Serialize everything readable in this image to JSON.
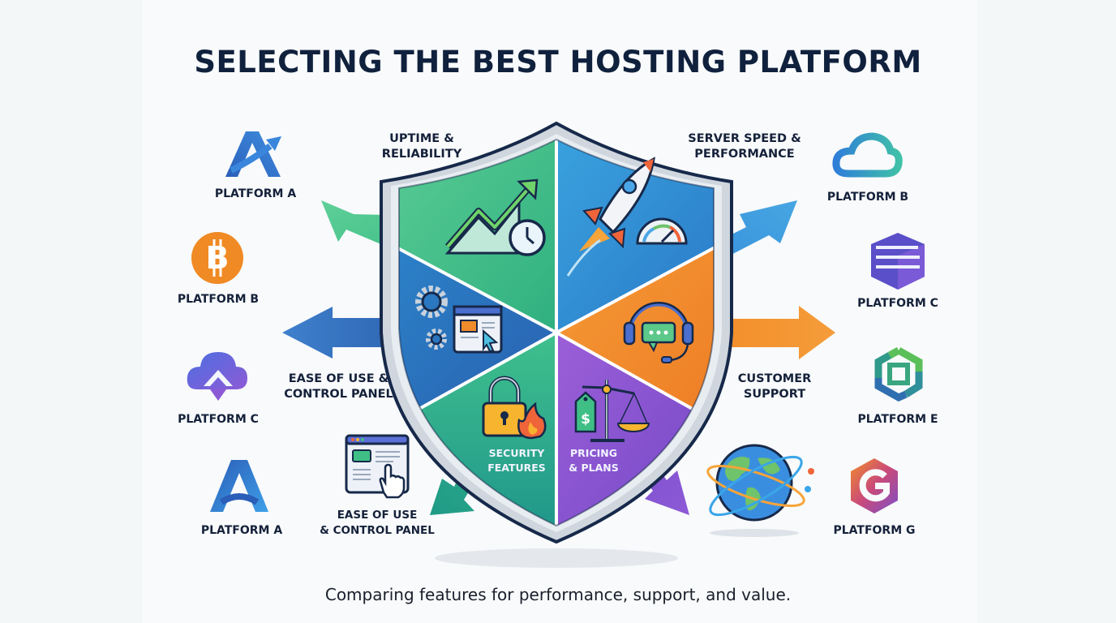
{
  "title": "SELECTING THE BEST HOSTING PLATFORM",
  "subtitle": "Comparing features for performance, support, and value.",
  "factors": {
    "uptime": {
      "line1": "UPTIME &",
      "line2": "RELIABILITY",
      "icon": "chart-clock-icon",
      "color": "#3fbf86"
    },
    "speed": {
      "line1": "SERVER SPEED &",
      "line2": "PERFORMANCE",
      "icon": "rocket-speedometer-icon",
      "color": "#2f86d6"
    },
    "ease": {
      "line1": "EASE OF USE &",
      "line2": "CONTROL PANEL",
      "icon": "gears-browser-icon",
      "color": "#2a67b8"
    },
    "support": {
      "line1": "CUSTOMER",
      "line2": "SUPPORT",
      "icon": "headset-chat-icon",
      "color": "#f28c28"
    },
    "security": {
      "line1": "SECURITY",
      "line2": "FEATURES",
      "icon": "lock-fire-icon",
      "color": "#1f9e8a"
    },
    "pricing": {
      "line1": "PRICING",
      "line2": "& PLANS",
      "icon": "price-tag-scale-icon",
      "color": "#7b4fc9"
    },
    "ease_bottom": {
      "line1": "EASE OF USE",
      "line2": "& CONTROL PANEL",
      "icon": "browser-hand-icon"
    }
  },
  "platforms_left": [
    {
      "label": "PLATFORM A",
      "icon": "a-arrow-logo"
    },
    {
      "label": "PLATFORM B",
      "icon": "bitcoin-logo"
    },
    {
      "label": "PLATFORM C",
      "icon": "cloud-up-logo"
    },
    {
      "label": "PLATFORM A",
      "icon": "a-logo"
    }
  ],
  "platforms_right": [
    {
      "label": "PLATFORM B",
      "icon": "cloud-logo"
    },
    {
      "label": "PLATFORM C",
      "icon": "server-stack-logo"
    },
    {
      "label": "PLATFORM E",
      "icon": "hexagon-knot-logo"
    },
    {
      "label": "PLATFORM G",
      "icon": "g-hexagon-logo"
    }
  ],
  "globe": {
    "icon": "globe-orbit-icon"
  }
}
